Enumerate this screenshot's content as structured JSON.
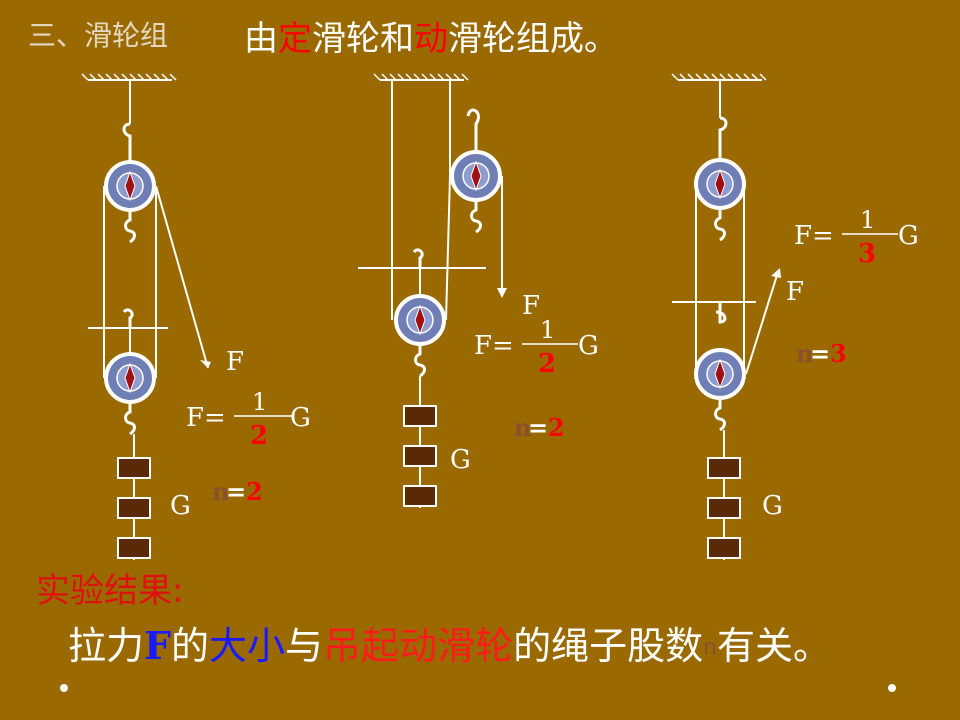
{
  "header": {
    "section": "三、滑轮组",
    "title_parts": [
      "由",
      "定",
      "滑轮和",
      "动",
      "滑轮组成。"
    ]
  },
  "systems": [
    {
      "F_label": "F",
      "G_label": "G",
      "formula_F": "F",
      "formula_eq": "=",
      "numerator": "1",
      "denominator": "2",
      "formula_G": "G",
      "n_symbol": "n",
      "n_eq": "=",
      "n_value": "2"
    },
    {
      "F_label": "F",
      "G_label": "G",
      "formula_F": "F",
      "formula_eq": "=",
      "numerator": "1",
      "denominator": "2",
      "formula_G": "G",
      "n_symbol": "n",
      "n_eq": "=",
      "n_value": "2"
    },
    {
      "F_label": "F",
      "G_label": "G",
      "formula_F": "F",
      "formula_eq": "=",
      "numerator": "1",
      "denominator": "3",
      "formula_G": "G",
      "n_symbol": "n",
      "n_eq": "=",
      "n_value": "3"
    }
  ],
  "result": {
    "heading": "实验结果:",
    "parts": [
      "拉力",
      "F",
      "的",
      "大小",
      "与",
      "吊起",
      "动滑轮",
      "的绳子股数",
      "n",
      "有关。"
    ]
  },
  "colors": {
    "background": "#9a6a00",
    "pulley_fill": "#6f7fb6",
    "highlight_red": "#ff0000",
    "highlight_blue": "#1a1aff"
  }
}
